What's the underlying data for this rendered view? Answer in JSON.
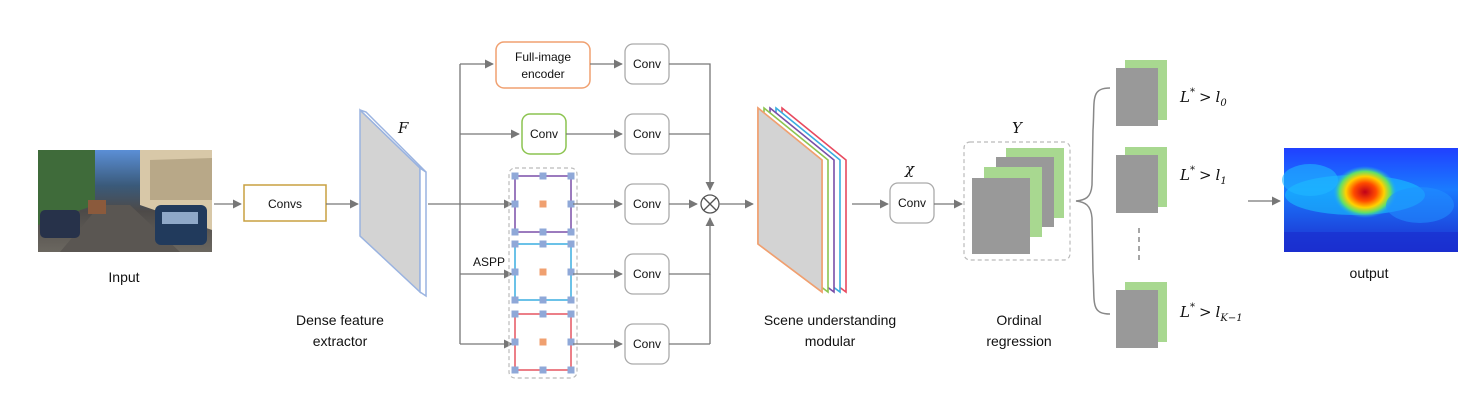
{
  "labels": {
    "input": "Input",
    "dense_1": "Dense feature",
    "dense_2": "extractor",
    "scene_1": "Scene understanding",
    "scene_2": "modular",
    "ordinal_1": "Ordinal",
    "ordinal_2": "regression",
    "output": "output",
    "aspp": "ASPP"
  },
  "blocks": {
    "convs": "Convs",
    "fullimage_1": "Full-image",
    "fullimage_2": "encoder",
    "conv": "Conv",
    "conv_green": "Conv",
    "chi_conv": "Conv"
  },
  "symbols": {
    "F": "F",
    "chi": "χ",
    "Y": "Y",
    "multiply": "⊗"
  },
  "thresholds": [
    {
      "lhs": "L",
      "sup": "*",
      "op": ">",
      "var": "l",
      "sub": "0"
    },
    {
      "lhs": "L",
      "sup": "*",
      "op": ">",
      "var": "l",
      "sub": "1"
    },
    {
      "lhs": "L",
      "sup": "*",
      "op": ">",
      "var": "l",
      "sub": "K−1"
    }
  ],
  "colors": {
    "convs_border": "#c8a040",
    "fullimage_border": "#f0a070",
    "conv_green_border": "#8cc450",
    "aspp_colors": [
      "#7a4fa8",
      "#3aaee0",
      "#e55560"
    ],
    "aspp_dot": "#8fa8d8",
    "aspp_center": "#f0a070",
    "feature_edge": "#9ab3e0",
    "scene_layers": [
      "#e84a5f",
      "#3aaee0",
      "#7a4fa8",
      "#8cc450",
      "#f0a070"
    ],
    "ordinal_green": "#a8d890",
    "ordinal_gray": "#999999"
  }
}
